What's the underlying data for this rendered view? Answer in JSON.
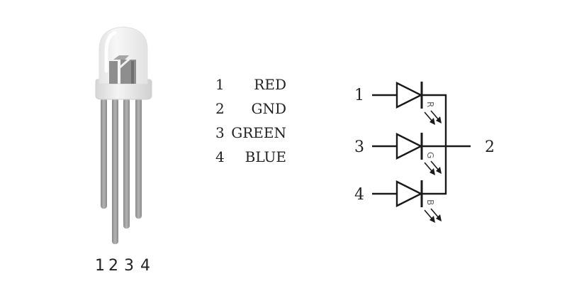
{
  "led_pin_numbers": [
    "1",
    "2",
    "3",
    "4"
  ],
  "pin_legend": [
    {
      "number": "1",
      "name": "RED"
    },
    {
      "number": "2",
      "name": "GND"
    },
    {
      "number": "3",
      "name": "GREEN"
    },
    {
      "number": "4",
      "name": "BLUE"
    }
  ],
  "schematic": {
    "anode_labels": [
      "1",
      "3",
      "4"
    ],
    "common_label": "2",
    "color_letters": [
      "R",
      "G",
      "B"
    ]
  },
  "colors": {
    "line": "#1a1a1a",
    "lens": "#eeeeee",
    "leads": "#9a9a9a"
  }
}
